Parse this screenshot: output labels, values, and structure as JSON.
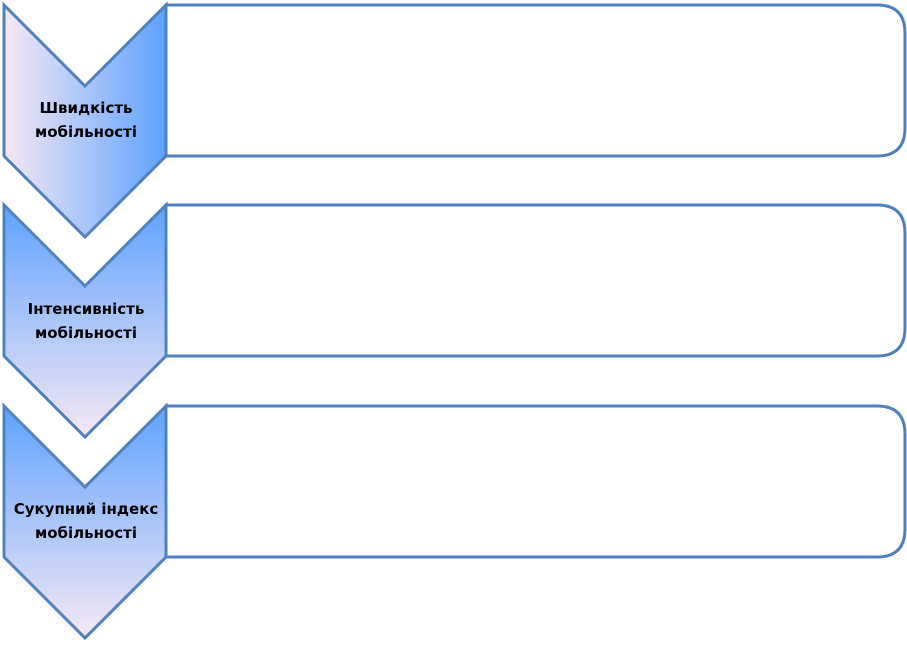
{
  "diagram": {
    "type": "vertical-chevron-list",
    "colors": {
      "outline": "#4f81bd",
      "chevron_fill_light": "#f6e8f4",
      "chevron_fill_dark": "#5ea2ff",
      "panel_fill": "#ffffff"
    },
    "items": [
      {
        "line1": "Швидкість",
        "line2": "мобільності",
        "panel_text": ""
      },
      {
        "line1": "Інтенсивність",
        "line2": "мобільності",
        "panel_text": ""
      },
      {
        "line1": "Сукупний індекс",
        "line2": "мобільності",
        "panel_text": ""
      }
    ]
  }
}
